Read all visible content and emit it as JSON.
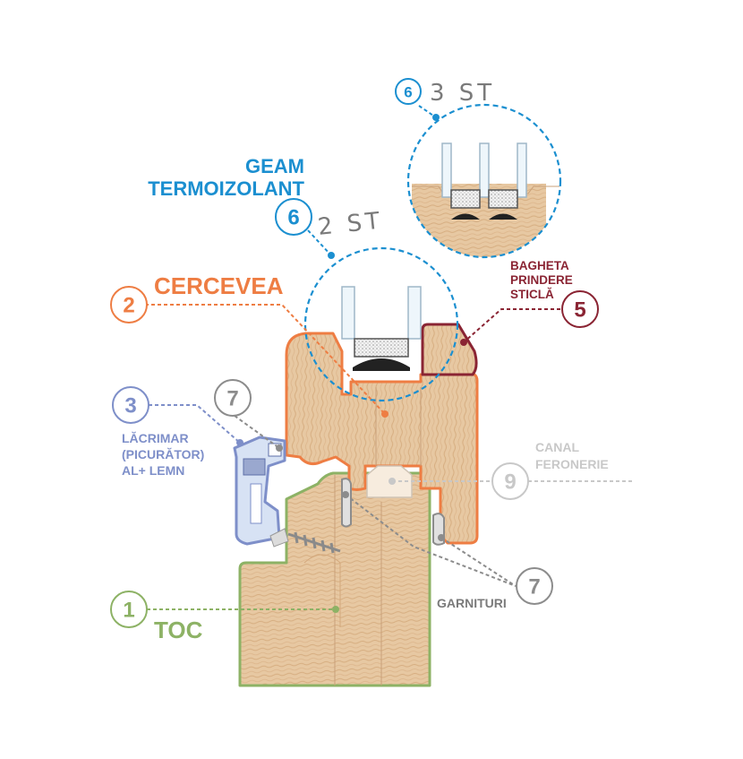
{
  "colors": {
    "toc": "#8db265",
    "cercevea": "#ee7d43",
    "lacrimar": "#7e8fc9",
    "geam": "#1b8fd0",
    "bagheta": "#8a2433",
    "garnituri": "#8c8c8c",
    "canal": "#c8c8c8",
    "wood": "#e7c8a2",
    "wood_grain": "#d4a97c"
  },
  "labels": {
    "geam_line1": "GEAM",
    "geam_line2": "TERMOIZOLANT",
    "geam_num_2st": "6",
    "geam_2st": "2 ST",
    "geam_num_3st": "6",
    "geam_3st": "3 ST",
    "cercevea_num": "2",
    "cercevea": "CERCEVEA",
    "bagheta_line1": "BAGHETA",
    "bagheta_line2": "PRINDERE",
    "bagheta_line3": "STICLĂ",
    "bagheta_num": "5",
    "lacrimar_num": "3",
    "lacrimar_line1": "LĂCRIMAR",
    "lacrimar_line2": "(PICURĂTOR)",
    "lacrimar_line3": "AL+ LEMN",
    "garnituri_num_top": "7",
    "canal_line1": "CANAL",
    "canal_line2": "FERONERIE",
    "canal_num": "9",
    "toc_num": "1",
    "toc": "TOC",
    "garnituri_num_bottom": "7",
    "garnituri": "GARNITURI"
  }
}
